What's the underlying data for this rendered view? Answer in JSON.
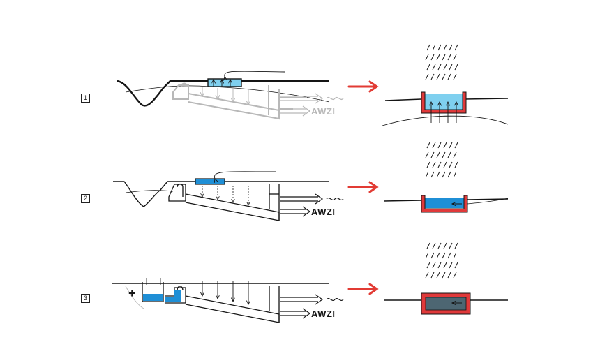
{
  "rows": [
    {
      "label": "1",
      "outlet_label": "AWZI"
    },
    {
      "label": "2",
      "outlet_label": "AWZI"
    },
    {
      "label": "3",
      "outlet_label": "AWZI"
    }
  ],
  "colors": {
    "light_water": "#7fd0ef",
    "mid_water": "#1f8fd6",
    "dark_fill": "#4d6672",
    "container_red": "#e0393a",
    "arrow_red": "#e23b34",
    "ink": "#151515",
    "faded_ink": "#b8b8b8"
  }
}
